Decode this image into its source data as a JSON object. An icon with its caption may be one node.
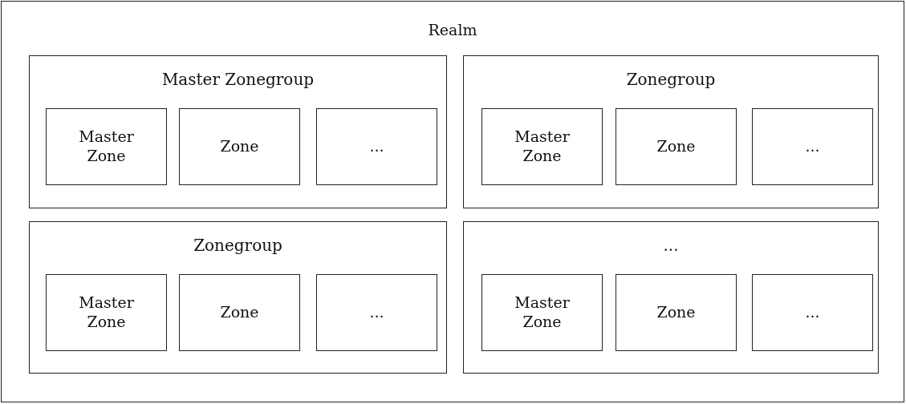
{
  "diagram": {
    "nodes": [
      {
        "text": [
          "Realm"
        ]
      },
      {
        "text": [
          "Master Zonegroup"
        ],
        "in": 0
      },
      {
        "text": [
          "Master Zone"
        ],
        "in": 1
      },
      {
        "text": [
          "Zone"
        ],
        "in": 1
      },
      {
        "text": [
          "..."
        ],
        "in": 1
      },
      {
        "text": [
          "Zonegroup"
        ],
        "in": 0
      },
      {
        "text": [
          "Master Zone"
        ],
        "in": 5
      },
      {
        "text": [
          "Zone"
        ],
        "in": 5
      },
      {
        "text": [
          "..."
        ],
        "in": 5
      },
      {
        "text": [
          "Zonegroup"
        ],
        "in": 0
      },
      {
        "text": [
          "Master Zone"
        ],
        "in": 9
      },
      {
        "text": [
          "Zone"
        ],
        "in": 9
      },
      {
        "text": [
          "..."
        ],
        "in": 9
      },
      {
        "text": [
          "..."
        ],
        "in": 0
      },
      {
        "text": [
          "Master Zone"
        ],
        "in": 13
      },
      {
        "text": [
          "Zone"
        ],
        "in": 13
      },
      {
        "text": [
          "..."
        ],
        "in": 13
      }
    ]
  }
}
